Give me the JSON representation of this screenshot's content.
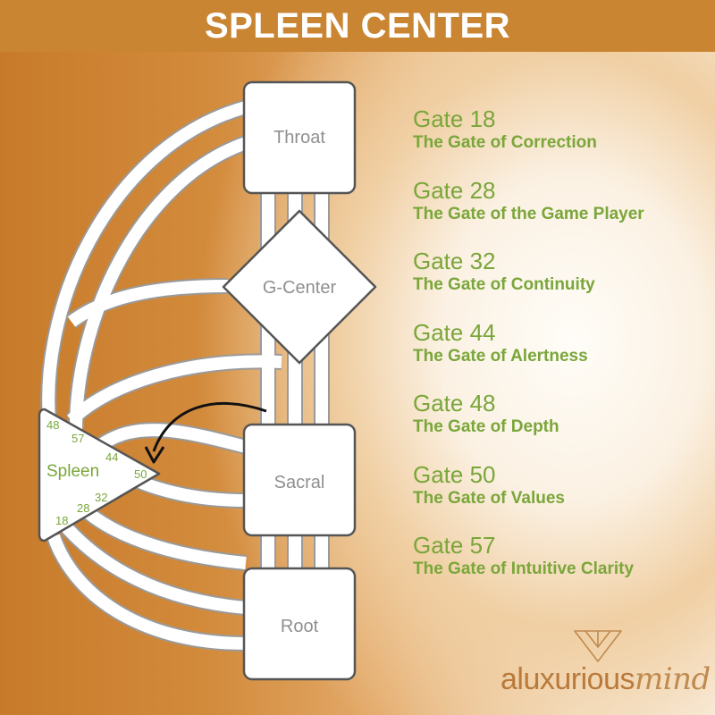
{
  "title": "SPLEEN CENTER",
  "centers": {
    "throat": "Throat",
    "g_center": "G-Center",
    "sacral": "Sacral",
    "root": "Root",
    "spleen": "Spleen"
  },
  "spleen_gate_labels": [
    "48",
    "57",
    "44",
    "50",
    "32",
    "28",
    "18"
  ],
  "gates": [
    {
      "number": "Gate 18",
      "name": "The Gate of Correction"
    },
    {
      "number": "Gate 28",
      "name": "The Gate of the Game Player"
    },
    {
      "number": "Gate 32",
      "name": "The Gate of Continuity"
    },
    {
      "number": "Gate 44",
      "name": "The Gate of Alertness"
    },
    {
      "number": "Gate 48",
      "name": "The Gate of Depth"
    },
    {
      "number": "Gate 50",
      "name": "The Gate of Values"
    },
    {
      "number": "Gate 57",
      "name": "The Gate of Intuitive Clarity"
    }
  ],
  "logo": {
    "main": "aluxurious",
    "script": "mind"
  },
  "colors": {
    "accent_green": "#7aa63a",
    "header_orange": "#c98532",
    "logo_brown": "#b97a3c"
  }
}
